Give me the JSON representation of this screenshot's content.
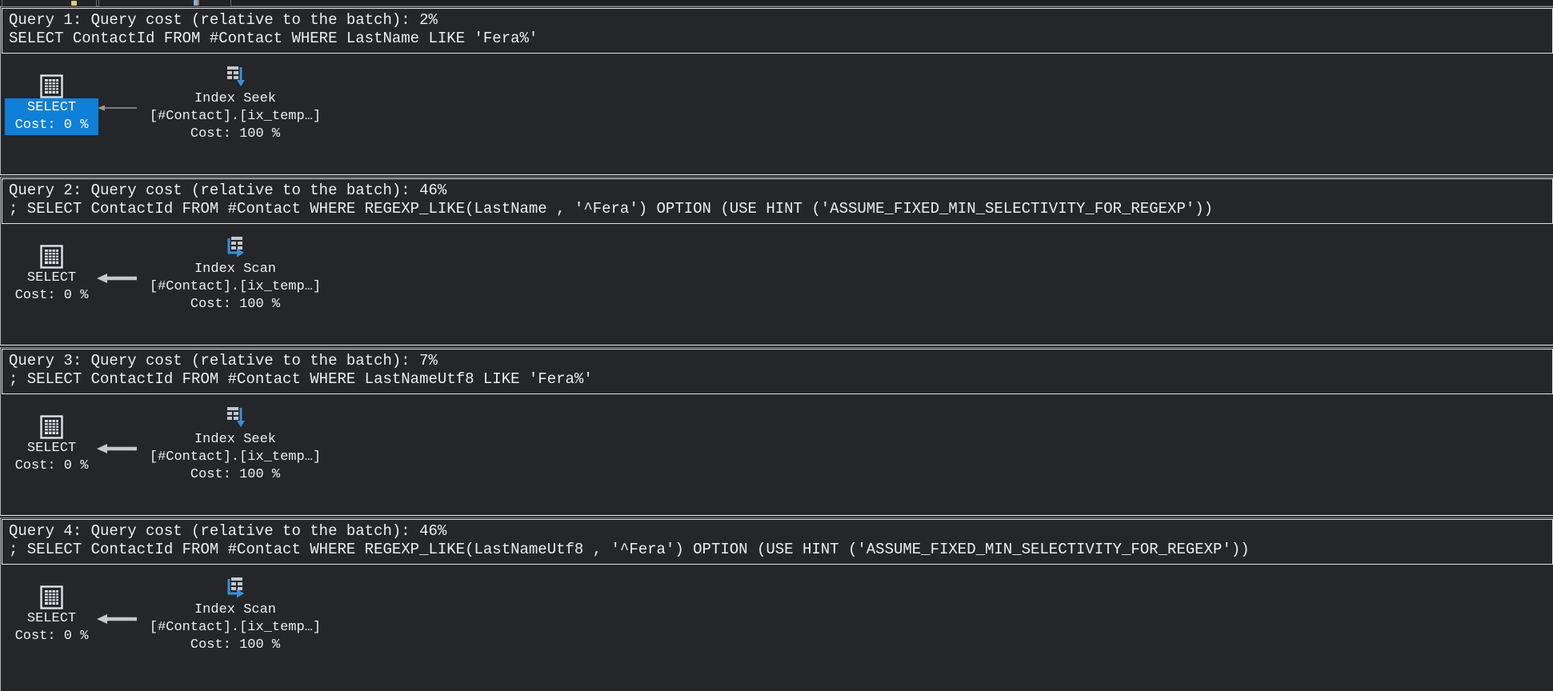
{
  "pane": {
    "name": "execution-plan-pane",
    "kind": "SQL Server graphical execution plan"
  },
  "queries": [
    {
      "header_line1": "Query 1: Query cost (relative to the batch): 2%",
      "header_line2": "SELECT ContactId FROM #Contact WHERE LastName LIKE 'Fera%'",
      "select_node": {
        "label": "SELECT",
        "cost": "Cost: 0 %",
        "selected": true,
        "icon": "result-grid-icon"
      },
      "operator_node": {
        "icon": "index-seek-icon",
        "name": "Index Seek",
        "object": "[#Contact].[ix_temp…]",
        "cost": "Cost: 100 %"
      },
      "arrow": "thin"
    },
    {
      "header_line1": "Query 2: Query cost (relative to the batch): 46%",
      "header_line2": "; SELECT ContactId FROM #Contact WHERE REGEXP_LIKE(LastName , '^Fera') OPTION (USE HINT ('ASSUME_FIXED_MIN_SELECTIVITY_FOR_REGEXP'))",
      "select_node": {
        "label": "SELECT",
        "cost": "Cost: 0 %",
        "selected": false,
        "icon": "result-grid-icon"
      },
      "operator_node": {
        "icon": "index-scan-icon",
        "name": "Index Scan",
        "object": "[#Contact].[ix_temp…]",
        "cost": "Cost: 100 %"
      },
      "arrow": "thick"
    },
    {
      "header_line1": "Query 3: Query cost (relative to the batch): 7%",
      "header_line2": "; SELECT ContactId FROM #Contact WHERE LastNameUtf8 LIKE 'Fera%'",
      "select_node": {
        "label": "SELECT",
        "cost": "Cost: 0 %",
        "selected": false,
        "icon": "result-grid-icon"
      },
      "operator_node": {
        "icon": "index-seek-icon",
        "name": "Index Seek",
        "object": "[#Contact].[ix_temp…]",
        "cost": "Cost: 100 %"
      },
      "arrow": "thick"
    },
    {
      "header_line1": "Query 4: Query cost (relative to the batch): 46%",
      "header_line2": "; SELECT ContactId FROM #Contact WHERE REGEXP_LIKE(LastNameUtf8 , '^Fera') OPTION (USE HINT ('ASSUME_FIXED_MIN_SELECTIVITY_FOR_REGEXP'))",
      "select_node": {
        "label": "SELECT",
        "cost": "Cost: 0 %",
        "selected": false,
        "icon": "result-grid-icon"
      },
      "operator_node": {
        "icon": "index-scan-icon",
        "name": "Index Scan",
        "object": "[#Contact].[ix_temp…]",
        "cost": "Cost: 100 %"
      },
      "arrow": "thick"
    }
  ],
  "colors": {
    "background": "#24262a",
    "selection_blue": "#0f7fd8",
    "band_border": "#8f8f8f",
    "header_border": "#e2e2e2",
    "text": "#eceef0",
    "arrow_thin": "#9a9a9a",
    "arrow_thick": "#c8c8c8",
    "icon_blue": "#3d8fd6"
  }
}
